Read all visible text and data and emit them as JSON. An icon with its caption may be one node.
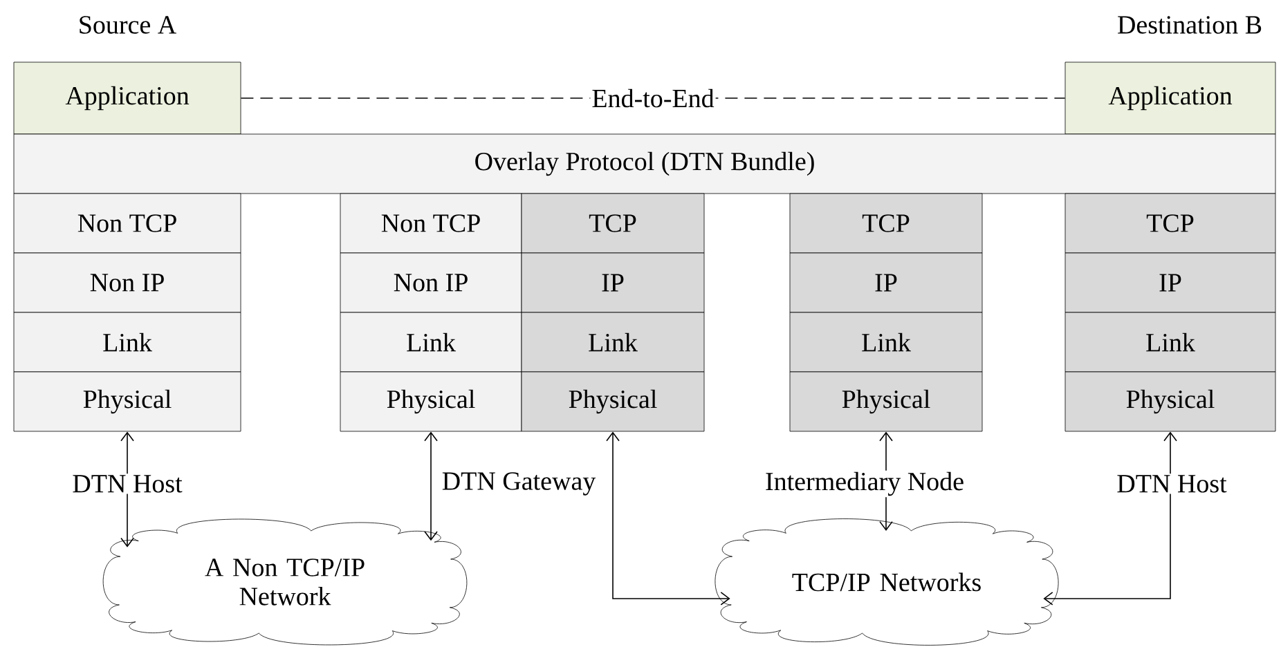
{
  "diagram": {
    "nodes": [
      {
        "text": [
          "Application"
        ],
        "beside": [
          "Source A"
        ]
      },
      {
        "text": [
          "Application"
        ],
        "beside": [
          "Destination B"
        ]
      },
      {
        "text": [
          "Overlay Protocol (DTN Bundle)"
        ]
      },
      {
        "text": [
          "Non TCP"
        ]
      },
      {
        "text": [
          "Non IP"
        ]
      },
      {
        "text": [
          "Link"
        ]
      },
      {
        "text": [
          "Physical"
        ]
      },
      {
        "text": [
          "Non TCP"
        ]
      },
      {
        "text": [
          "Non IP"
        ]
      },
      {
        "text": [
          "Link"
        ]
      },
      {
        "text": [
          "Physical"
        ]
      },
      {
        "text": [
          "TCP"
        ]
      },
      {
        "text": [
          "IP"
        ]
      },
      {
        "text": [
          "Link"
        ]
      },
      {
        "text": [
          "Physical"
        ]
      },
      {
        "text": [
          "TCP"
        ]
      },
      {
        "text": [
          "IP"
        ]
      },
      {
        "text": [
          "Link"
        ]
      },
      {
        "text": [
          "Physical"
        ]
      },
      {
        "text": [
          "TCP"
        ]
      },
      {
        "text": [
          "IP"
        ]
      },
      {
        "text": [
          "Link"
        ]
      },
      {
        "text": [
          "Physical"
        ]
      },
      {
        "text": [
          "A Non TCP/IP Network"
        ]
      },
      {
        "text": [
          "TCP/IP Networks"
        ]
      }
    ],
    "edges": [
      {
        "from": 0,
        "to": 1,
        "arrow": "none",
        "style": "dashed",
        "label": "End-to-End"
      },
      {
        "from": 6,
        "to": 23,
        "arrow": "both"
      },
      {
        "from": 10,
        "to": 23,
        "arrow": "both"
      },
      {
        "from": 14,
        "to": 24,
        "arrow": "both"
      },
      {
        "from": 18,
        "to": 24,
        "arrow": "both"
      },
      {
        "from": 22,
        "to": 24,
        "arrow": "both"
      }
    ],
    "labels": [
      "DTN Host",
      "DTN Gateway",
      "Intermediary Node",
      "DTN Host"
    ]
  }
}
